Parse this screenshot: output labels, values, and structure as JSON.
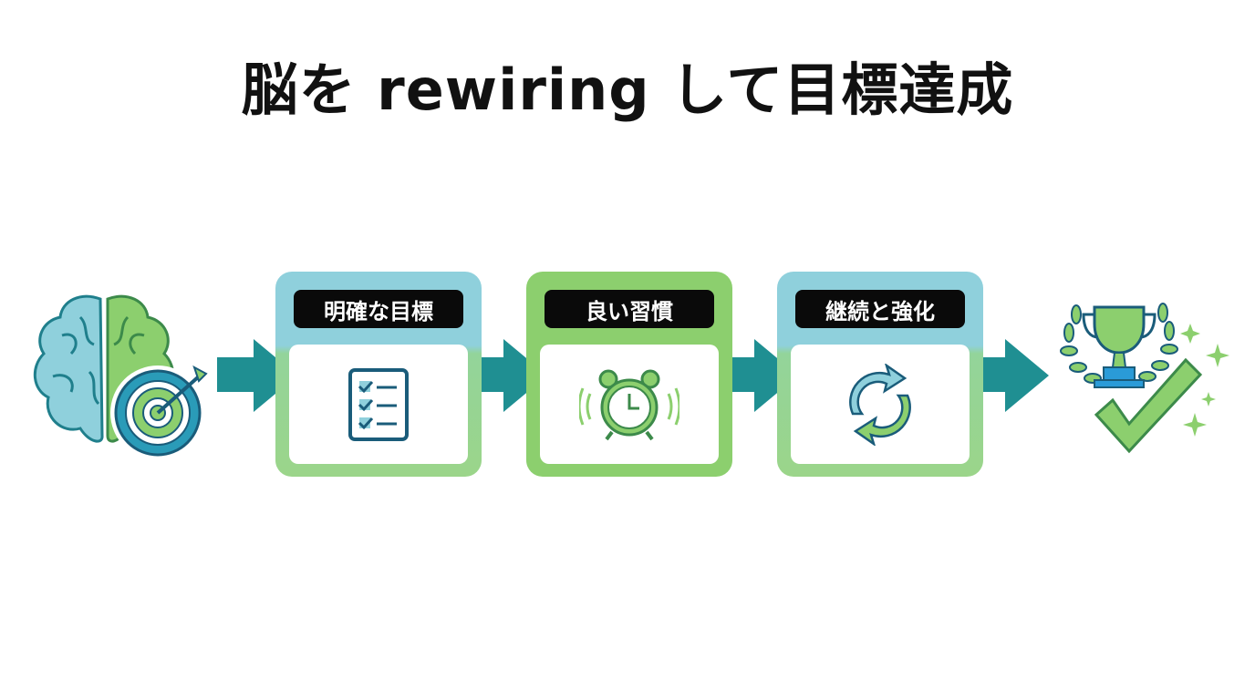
{
  "title": "脳を rewiring して目標達成",
  "steps": [
    {
      "label": "明確な目標",
      "icon": "checklist-icon"
    },
    {
      "label": "良い習慣",
      "icon": "alarm-clock-icon"
    },
    {
      "label": "継続と強化",
      "icon": "refresh-cycle-icon"
    }
  ],
  "start_icon": "brain-target-icon",
  "end_icon": "trophy-check-icon",
  "colors": {
    "teal": "#1f8f92",
    "blue": "#8fd0dc",
    "green": "#8ccf6e",
    "outline": "#1a5c7a"
  }
}
